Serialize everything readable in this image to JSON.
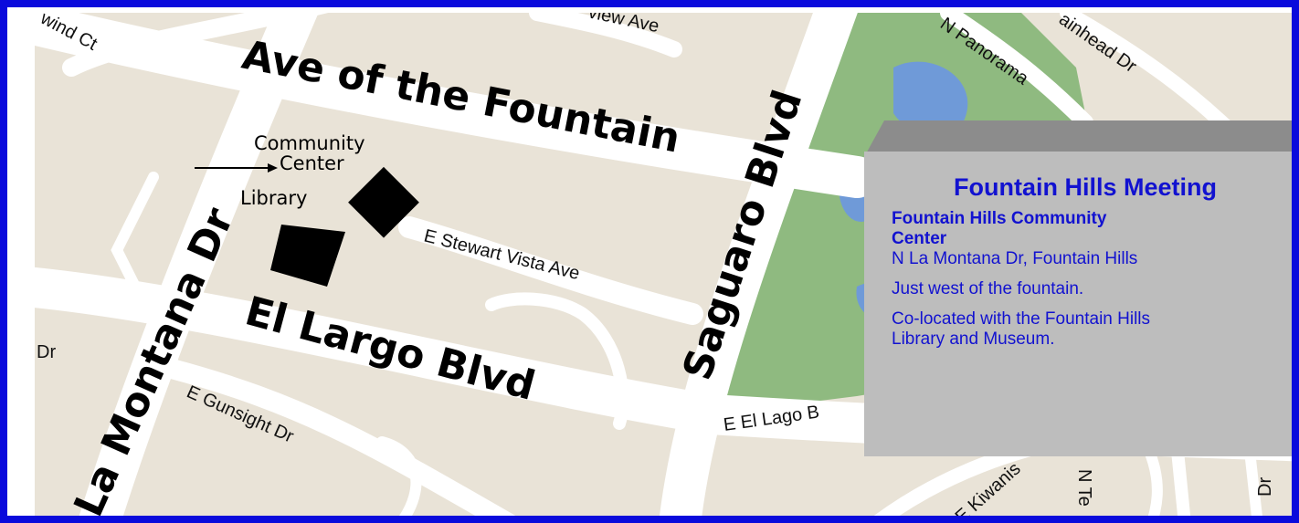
{
  "map": {
    "streets": {
      "ave_of_the_fountain": "Ave of the Fountain",
      "saguaro_blvd": "Saguaro Blvd",
      "el_largo_blvd": "El Largo Blvd",
      "la_montana_dr": "La Montana Dr",
      "e_stewart_vista_ave": "E Stewart Vista Ave",
      "e_gunsight_dr": "E Gunsight Dr",
      "e_el_lago": "E El Lago B",
      "n_panorama": "N Panorama",
      "rainhead_dr": "ainhead Dr",
      "view_ave": "view Ave",
      "wind_ct": "wind Ct",
      "dr_left": "Dr",
      "kiwanis": "E Kiwanis",
      "n_te": "N Te",
      "dr_right": "Dr"
    },
    "places": {
      "community_center_line1": "Community",
      "community_center_line2": "Center",
      "library": "Library"
    },
    "colors": {
      "park": "#8fba80",
      "water": "#6f9ad8",
      "road": "#ffffff",
      "ground": "#e9e3d7",
      "border": "#0a0adc"
    }
  },
  "info_panel": {
    "title": "Fountain Hills Meeting",
    "venue_line1": "Fountain Hills Community",
    "venue_line2": "Center",
    "address": "N La Montana Dr, Fountain Hills",
    "direction": "Just west of the fountain.",
    "note_line1": "Co-located with the Fountain Hills",
    "note_line2": "Library and Museum."
  }
}
